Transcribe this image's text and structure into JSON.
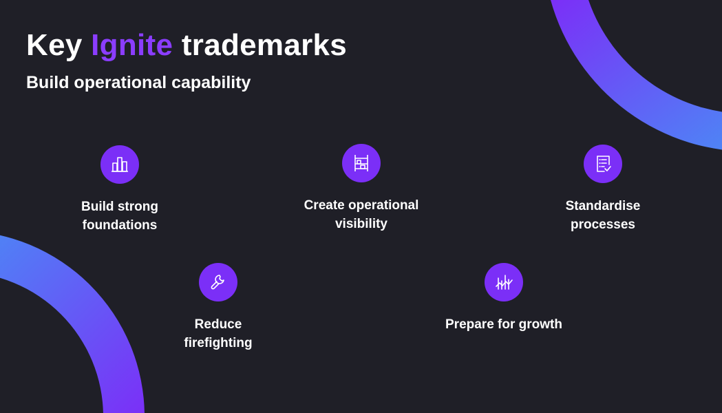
{
  "header": {
    "title_prefix": "Key",
    "title_accent": "Ignite",
    "title_suffix": "trademarks",
    "subtitle": "Build operational capability"
  },
  "colors": {
    "background": "#1f1f27",
    "accent": "#8b3dff",
    "icon_circle": "#7b2ff7",
    "gradient_blue": "#4a8cf5",
    "gradient_purple": "#7b2ff7"
  },
  "items": [
    {
      "label": "Build strong\nfoundations",
      "icon": "bar-chart-icon"
    },
    {
      "label": "Create operational\nvisibility",
      "icon": "shelving-icon"
    },
    {
      "label": "Standardise\nprocesses",
      "icon": "checklist-icon"
    },
    {
      "label": "Reduce\nfirefighting",
      "icon": "wrench-icon"
    },
    {
      "label": "Prepare for growth",
      "icon": "growth-chart-icon"
    }
  ]
}
